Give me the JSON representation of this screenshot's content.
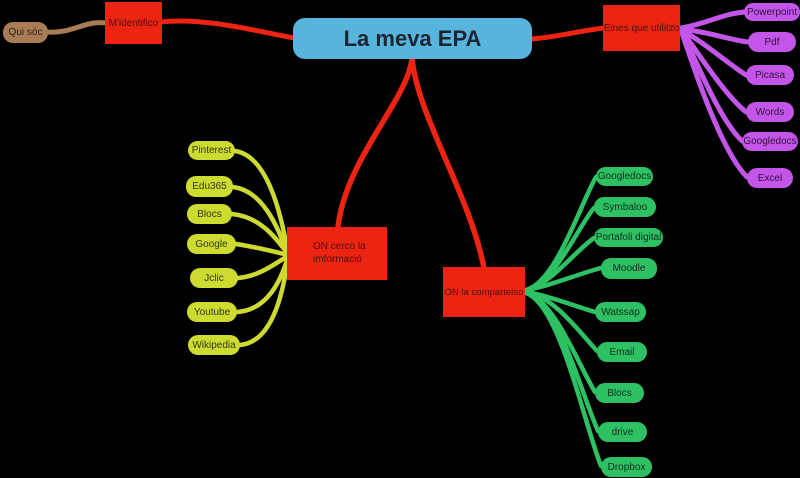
{
  "palette": {
    "center_blue": "#57b4dc",
    "branch_red": "#ee2413",
    "brown": "#a87d55",
    "lime": "#cdda2f",
    "green": "#2ec164",
    "purple": "#c355e8"
  },
  "center": {
    "label": "La meva EPA"
  },
  "qui_soc": {
    "label": "Qui sóc"
  },
  "identifico": {
    "label": "M'identifico"
  },
  "eines": {
    "label": "Eines que utilitzo",
    "children": [
      "Powerpoint",
      "Pdf",
      "Picasa",
      "Words",
      "Googledocs",
      "Excel"
    ]
  },
  "cerco": {
    "label": "ON cerco la imformació",
    "children": [
      "Pinterest",
      "Edu365",
      "Blocs",
      "Google",
      "Jclic",
      "Youtube",
      "Wikipedia"
    ]
  },
  "comparteixo": {
    "label": "ON la comparteiso",
    "children": [
      "Googledocs",
      "Symbaloo",
      "Portafoli digital",
      "Moodle",
      "Watssap",
      "Email",
      "Blocs",
      "drive",
      "Dropbox"
    ]
  }
}
